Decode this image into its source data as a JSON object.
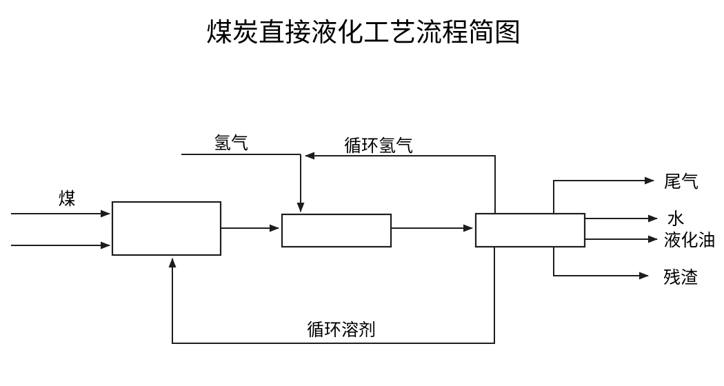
{
  "title": "煤炭直接液化工艺流程简图",
  "streams": {
    "coal": {
      "label": "煤"
    },
    "hydrogen": {
      "label": "氢气"
    },
    "recycle_hydrogen": {
      "label": "循环氢气"
    },
    "recycle_solvent": {
      "label": "循环溶剂"
    },
    "tail_gas": {
      "label": "尾气"
    },
    "water": {
      "label": "水"
    },
    "liquefied_oil": {
      "label": "液化油"
    },
    "residue": {
      "label": "残渣"
    }
  },
  "colors": {
    "line": "#1d1d1d",
    "text": "#000000",
    "background": "#ffffff"
  }
}
